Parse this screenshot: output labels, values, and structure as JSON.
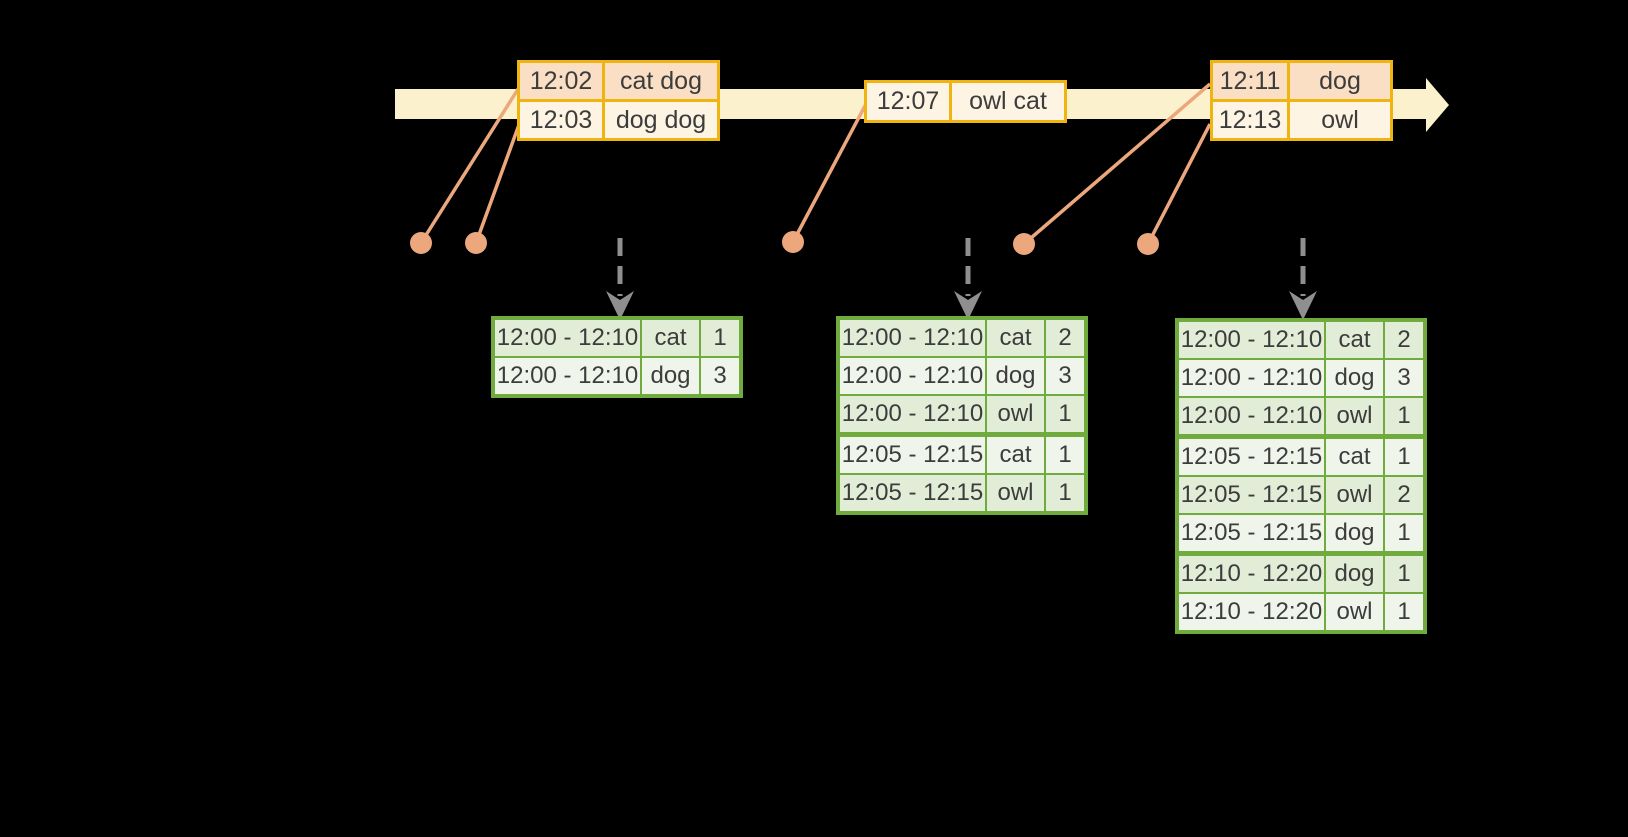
{
  "colors": {
    "background": "#000000",
    "timeline_band": "#fcf1cd",
    "event_table_border": "#f0b410",
    "event_row_peach": "#fadfc5",
    "event_row_cream": "#fdf4e4",
    "connector_salmon": "#eca77d",
    "trigger_arrow_gray": "#8f8f8f",
    "result_table_border": "#70ac3d",
    "result_row_dark": "#e2edd7",
    "result_row_light": "#f0f5eb",
    "text": "#3c3c3c"
  },
  "event_tables": [
    {
      "name": "events-batch-1",
      "rows": [
        {
          "time": "12:02",
          "words": "cat dog"
        },
        {
          "time": "12:03",
          "words": "dog dog"
        }
      ]
    },
    {
      "name": "events-batch-2",
      "rows": [
        {
          "time": "12:07",
          "words": "owl cat"
        }
      ]
    },
    {
      "name": "events-batch-3",
      "rows": [
        {
          "time": "12:11",
          "words": "dog"
        },
        {
          "time": "12:13",
          "words": "owl"
        }
      ]
    }
  ],
  "result_tables": [
    {
      "name": "result-table-1",
      "rows": [
        {
          "window": "12:00 - 12:10",
          "word": "cat",
          "count": "1"
        },
        {
          "window": "12:00 - 12:10",
          "word": "dog",
          "count": "3"
        }
      ]
    },
    {
      "name": "result-table-2",
      "rows": [
        {
          "window": "12:00 - 12:10",
          "word": "cat",
          "count": "2"
        },
        {
          "window": "12:00 - 12:10",
          "word": "dog",
          "count": "3"
        },
        {
          "window": "12:00 - 12:10",
          "word": "owl",
          "count": "1"
        },
        {
          "window": "12:05 - 12:15",
          "word": "cat",
          "count": "1"
        },
        {
          "window": "12:05 - 12:15",
          "word": "owl",
          "count": "1"
        }
      ]
    },
    {
      "name": "result-table-3",
      "rows": [
        {
          "window": "12:00 - 12:10",
          "word": "cat",
          "count": "2"
        },
        {
          "window": "12:00 - 12:10",
          "word": "dog",
          "count": "3"
        },
        {
          "window": "12:00 - 12:10",
          "word": "owl",
          "count": "1"
        },
        {
          "window": "12:05 - 12:15",
          "word": "cat",
          "count": "1"
        },
        {
          "window": "12:05 - 12:15",
          "word": "owl",
          "count": "2"
        },
        {
          "window": "12:05 - 12:15",
          "word": "dog",
          "count": "1"
        },
        {
          "window": "12:10 - 12:20",
          "word": "dog",
          "count": "1"
        },
        {
          "window": "12:10 - 12:20",
          "word": "owl",
          "count": "1"
        }
      ]
    }
  ]
}
